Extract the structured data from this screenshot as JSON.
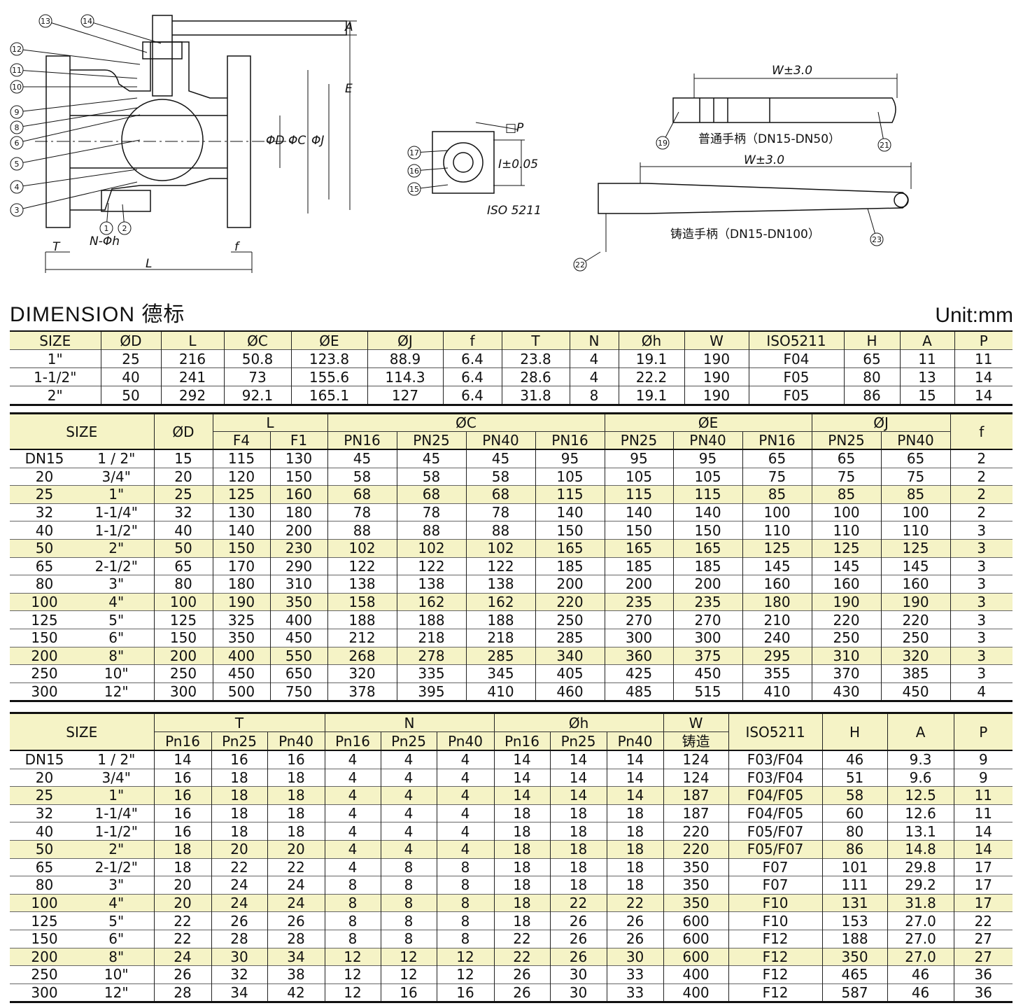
{
  "drawing": {
    "callouts": [
      "13",
      "14",
      "12",
      "11",
      "10",
      "9",
      "8",
      "6",
      "5",
      "4",
      "3",
      "1",
      "2",
      "17",
      "16",
      "15",
      "19",
      "21",
      "22",
      "23"
    ],
    "dim_labels": {
      "A": "A",
      "E": "E",
      "D": "ΦD",
      "C": "ΦC",
      "J": "ΦJ",
      "T": "T",
      "f": "f",
      "L": "L",
      "N": "N-Φh",
      "P": "□P",
      "I": "I±0.05",
      "iso": "ISO 5211",
      "w1": "W±3.0",
      "w2": "W±3.0"
    },
    "handle1_caption": "普通手柄（DN15-DN50）",
    "handle2_caption": "铸造手柄（DN15-DN100）"
  },
  "heading": {
    "title": "DIMENSION  德标",
    "unit": "Unit:mm"
  },
  "table1": {
    "headers": [
      "SIZE",
      "ØD",
      "L",
      "ØC",
      "ØE",
      "ØJ",
      "f",
      "T",
      "N",
      "Øh",
      "W",
      "ISO5211",
      "H",
      "A",
      "P"
    ],
    "rows": [
      [
        "1\"",
        "25",
        "216",
        "50.8",
        "123.8",
        "88.9",
        "6.4",
        "23.8",
        "4",
        "19.1",
        "190",
        "F04",
        "65",
        "11",
        "11"
      ],
      [
        "1-1/2\"",
        "40",
        "241",
        "73",
        "155.6",
        "114.3",
        "6.4",
        "28.6",
        "4",
        "22.2",
        "190",
        "F05",
        "80",
        "13",
        "14"
      ],
      [
        "2\"",
        "50",
        "292",
        "92.1",
        "165.1",
        "127",
        "6.4",
        "31.8",
        "8",
        "19.1",
        "190",
        "F05",
        "86",
        "15",
        "14"
      ]
    ]
  },
  "table2": {
    "h_size": "SIZE",
    "h_d": "ØD",
    "h_l": "L",
    "h_c": "ØC",
    "h_e": "ØE",
    "h_j": "ØJ",
    "h_f": "f",
    "sub": [
      "F4",
      "F1",
      "PN16",
      "PN25",
      "PN40",
      "PN16",
      "PN25",
      "PN40",
      "PN16",
      "PN25",
      "PN40"
    ],
    "rows": [
      [
        "DN15",
        "1 / 2\"",
        "15",
        "115",
        "130",
        "45",
        "45",
        "45",
        "95",
        "95",
        "95",
        "65",
        "65",
        "65",
        "2"
      ],
      [
        "20",
        "3/4\"",
        "20",
        "120",
        "150",
        "58",
        "58",
        "58",
        "105",
        "105",
        "105",
        "75",
        "75",
        "75",
        "2"
      ],
      [
        "25",
        "1\"",
        "25",
        "125",
        "160",
        "68",
        "68",
        "68",
        "115",
        "115",
        "115",
        "85",
        "85",
        "85",
        "2"
      ],
      [
        "32",
        "1-1/4\"",
        "32",
        "130",
        "180",
        "78",
        "78",
        "78",
        "140",
        "140",
        "140",
        "100",
        "100",
        "100",
        "2"
      ],
      [
        "40",
        "1-1/2\"",
        "40",
        "140",
        "200",
        "88",
        "88",
        "88",
        "150",
        "150",
        "150",
        "110",
        "110",
        "110",
        "3"
      ],
      [
        "50",
        "2\"",
        "50",
        "150",
        "230",
        "102",
        "102",
        "102",
        "165",
        "165",
        "165",
        "125",
        "125",
        "125",
        "3"
      ],
      [
        "65",
        "2-1/2\"",
        "65",
        "170",
        "290",
        "122",
        "122",
        "122",
        "185",
        "185",
        "185",
        "145",
        "145",
        "145",
        "3"
      ],
      [
        "80",
        "3\"",
        "80",
        "180",
        "310",
        "138",
        "138",
        "138",
        "200",
        "200",
        "200",
        "160",
        "160",
        "160",
        "3"
      ],
      [
        "100",
        "4\"",
        "100",
        "190",
        "350",
        "158",
        "162",
        "162",
        "220",
        "235",
        "235",
        "180",
        "190",
        "190",
        "3"
      ],
      [
        "125",
        "5\"",
        "125",
        "325",
        "400",
        "188",
        "188",
        "188",
        "250",
        "270",
        "270",
        "210",
        "220",
        "220",
        "3"
      ],
      [
        "150",
        "6\"",
        "150",
        "350",
        "450",
        "212",
        "218",
        "218",
        "285",
        "300",
        "300",
        "240",
        "250",
        "250",
        "3"
      ],
      [
        "200",
        "8\"",
        "200",
        "400",
        "550",
        "268",
        "278",
        "285",
        "340",
        "360",
        "375",
        "295",
        "310",
        "320",
        "3"
      ],
      [
        "250",
        "10\"",
        "250",
        "450",
        "650",
        "320",
        "335",
        "345",
        "405",
        "425",
        "450",
        "355",
        "370",
        "385",
        "3"
      ],
      [
        "300",
        "12\"",
        "300",
        "500",
        "750",
        "378",
        "395",
        "410",
        "460",
        "485",
        "515",
        "410",
        "430",
        "450",
        "4"
      ]
    ]
  },
  "table3": {
    "h_size": "SIZE",
    "h_t": "T",
    "h_n": "N",
    "h_h": "Øh",
    "h_w": "W",
    "h_w2": "铸造",
    "h_iso": "ISO5211",
    "h_hh": "H",
    "h_a": "A",
    "h_p": "P",
    "sub": [
      "Pn16",
      "Pn25",
      "Pn40",
      "Pn16",
      "Pn25",
      "Pn40",
      "Pn16",
      "Pn25",
      "Pn40"
    ],
    "rows": [
      [
        "DN15",
        "1 / 2\"",
        "14",
        "16",
        "16",
        "4",
        "4",
        "4",
        "14",
        "14",
        "14",
        "124",
        "F03/F04",
        "46",
        "9.3",
        "9"
      ],
      [
        "20",
        "3/4\"",
        "16",
        "18",
        "18",
        "4",
        "4",
        "4",
        "14",
        "14",
        "14",
        "124",
        "F03/F04",
        "51",
        "9.6",
        "9"
      ],
      [
        "25",
        "1\"",
        "16",
        "18",
        "18",
        "4",
        "4",
        "4",
        "14",
        "14",
        "14",
        "187",
        "F04/F05",
        "58",
        "12.5",
        "11"
      ],
      [
        "32",
        "1-1/4\"",
        "16",
        "18",
        "18",
        "4",
        "4",
        "4",
        "18",
        "18",
        "18",
        "187",
        "F04/F05",
        "60",
        "12.6",
        "11"
      ],
      [
        "40",
        "1-1/2\"",
        "16",
        "18",
        "18",
        "4",
        "4",
        "4",
        "18",
        "18",
        "18",
        "220",
        "F05/F07",
        "80",
        "13.1",
        "14"
      ],
      [
        "50",
        "2\"",
        "18",
        "20",
        "20",
        "4",
        "4",
        "4",
        "18",
        "18",
        "18",
        "220",
        "F05/F07",
        "86",
        "14.8",
        "14"
      ],
      [
        "65",
        "2-1/2\"",
        "18",
        "22",
        "22",
        "4",
        "8",
        "8",
        "18",
        "18",
        "18",
        "350",
        "F07",
        "101",
        "29.8",
        "17"
      ],
      [
        "80",
        "3\"",
        "20",
        "24",
        "24",
        "8",
        "8",
        "8",
        "18",
        "18",
        "18",
        "350",
        "F07",
        "111",
        "29.2",
        "17"
      ],
      [
        "100",
        "4\"",
        "20",
        "24",
        "24",
        "8",
        "8",
        "8",
        "18",
        "22",
        "22",
        "350",
        "F10",
        "131",
        "31.8",
        "17"
      ],
      [
        "125",
        "5\"",
        "22",
        "26",
        "26",
        "8",
        "8",
        "8",
        "18",
        "26",
        "26",
        "600",
        "F10",
        "153",
        "27.0",
        "22"
      ],
      [
        "150",
        "6\"",
        "22",
        "28",
        "28",
        "8",
        "8",
        "8",
        "22",
        "26",
        "26",
        "600",
        "F12",
        "188",
        "27.0",
        "27"
      ],
      [
        "200",
        "8\"",
        "24",
        "30",
        "34",
        "12",
        "12",
        "12",
        "22",
        "26",
        "30",
        "600",
        "F12",
        "350",
        "27.0",
        "27"
      ],
      [
        "250",
        "10\"",
        "26",
        "32",
        "38",
        "12",
        "12",
        "12",
        "26",
        "30",
        "33",
        "400",
        "F12",
        "465",
        "46",
        "36"
      ],
      [
        "300",
        "12\"",
        "28",
        "34",
        "42",
        "12",
        "16",
        "16",
        "26",
        "30",
        "33",
        "400",
        "F12",
        "587",
        "46",
        "36"
      ]
    ]
  },
  "highlight_rows": [
    2,
    5,
    8,
    11
  ],
  "colors": {
    "highlight": "#f5f3c6",
    "line": "#111111"
  }
}
